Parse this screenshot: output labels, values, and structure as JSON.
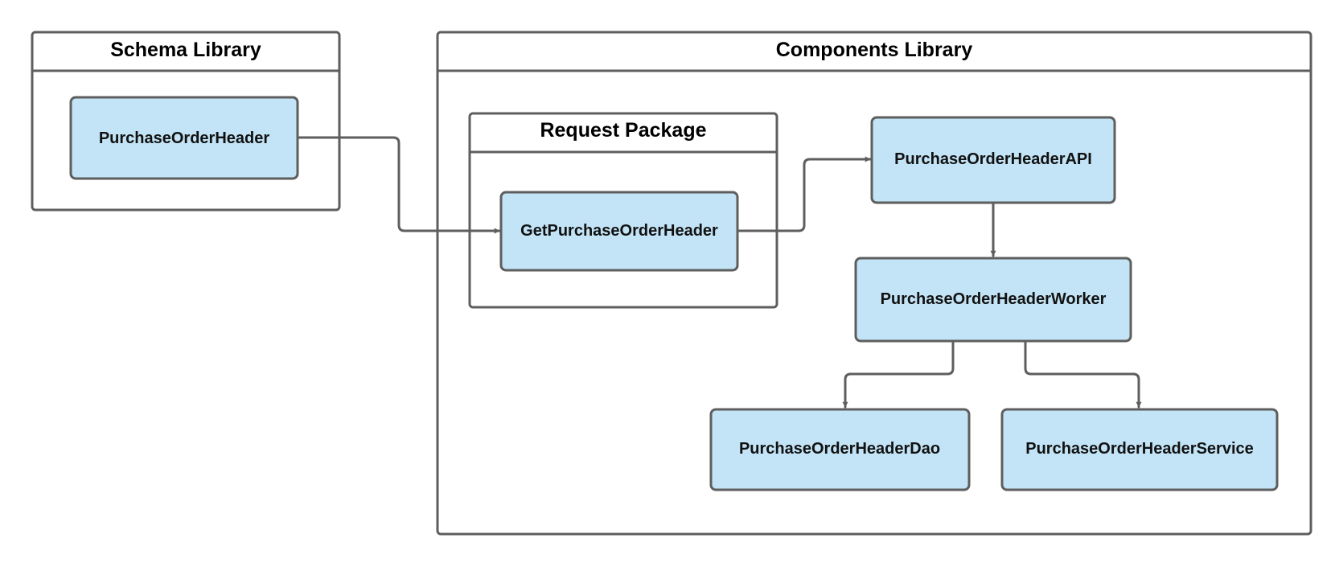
{
  "colors": {
    "node_fill": "#c3e4f6",
    "border": "#5e5e5e",
    "container_fill": "#ffffff"
  },
  "containers": {
    "schema_library": {
      "title": "Schema Library"
    },
    "components_library": {
      "title": "Components Library"
    },
    "request_package": {
      "title": "Request Package"
    }
  },
  "nodes": {
    "purchase_order_header": {
      "label": "PurchaseOrderHeader"
    },
    "get_purchase_order_header": {
      "label": "GetPurchaseOrderHeader"
    },
    "purchase_order_header_api": {
      "label": "PurchaseOrderHeaderAPI"
    },
    "purchase_order_header_worker": {
      "label": "PurchaseOrderHeaderWorker"
    },
    "purchase_order_header_dao": {
      "label": "PurchaseOrderHeaderDao"
    },
    "purchase_order_header_service": {
      "label": "PurchaseOrderHeaderService"
    }
  },
  "edges": [
    {
      "from": "purchase_order_header",
      "to": "get_purchase_order_header"
    },
    {
      "from": "get_purchase_order_header",
      "to": "purchase_order_header_api"
    },
    {
      "from": "purchase_order_header_api",
      "to": "purchase_order_header_worker"
    },
    {
      "from": "purchase_order_header_worker",
      "to": "purchase_order_header_dao"
    },
    {
      "from": "purchase_order_header_worker",
      "to": "purchase_order_header_service"
    }
  ]
}
